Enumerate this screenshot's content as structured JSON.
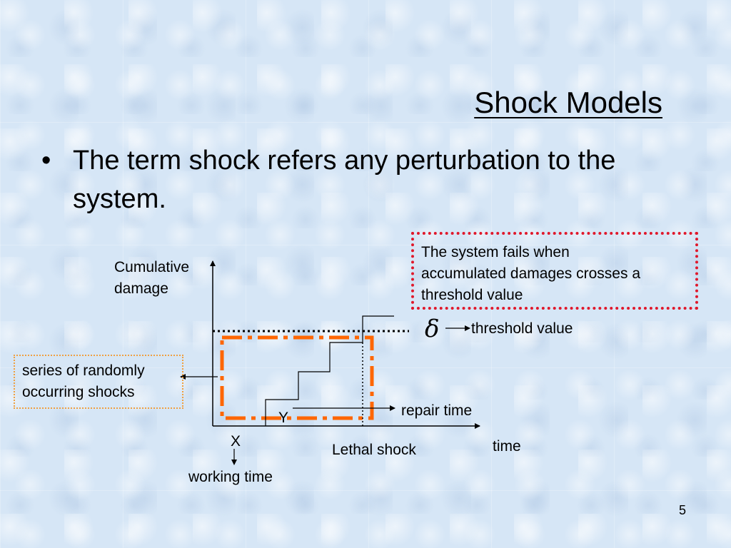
{
  "slide": {
    "title": "Shock Models",
    "bullet": {
      "glyph": "•",
      "text": "The term shock refers any perturbation to the system."
    },
    "page_number": "5"
  },
  "diagram": {
    "y_axis_label_line1": "Cumulative",
    "y_axis_label_line2": "damage",
    "x_axis_label": "time",
    "threshold_symbol": "δ",
    "threshold_label": "threshold value",
    "failure_note_lines": [
      "The system fails when",
      "accumulated damages crosses a",
      "threshold value"
    ],
    "shocks_note_lines": [
      "series of randomly",
      "occurring shocks"
    ],
    "repair_label": "repair time",
    "y_marker": "Y",
    "x_marker": "X",
    "working_time_label": "working time",
    "lethal_label": "Lethal shock",
    "colors": {
      "threshold_box_border": "#e0182b",
      "dash_dot_frame": "#ff6600",
      "shocks_box_border": "#f0a040",
      "lines": "#000000"
    }
  }
}
